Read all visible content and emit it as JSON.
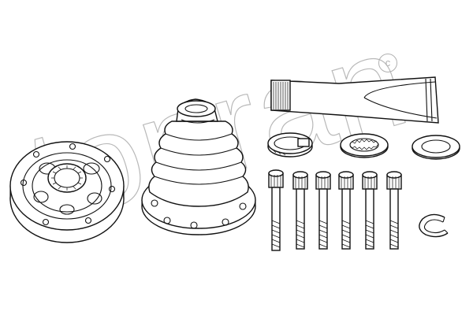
{
  "watermark": {
    "text": "topran",
    "symbol": "c"
  },
  "parts": [
    {
      "name": "cv-joint"
    },
    {
      "name": "rubber-boot"
    },
    {
      "name": "grease-tube"
    },
    {
      "name": "boot-clamp"
    },
    {
      "name": "lock-washer"
    },
    {
      "name": "flat-washer"
    },
    {
      "name": "bolt",
      "count": 6
    },
    {
      "name": "circlip"
    }
  ]
}
